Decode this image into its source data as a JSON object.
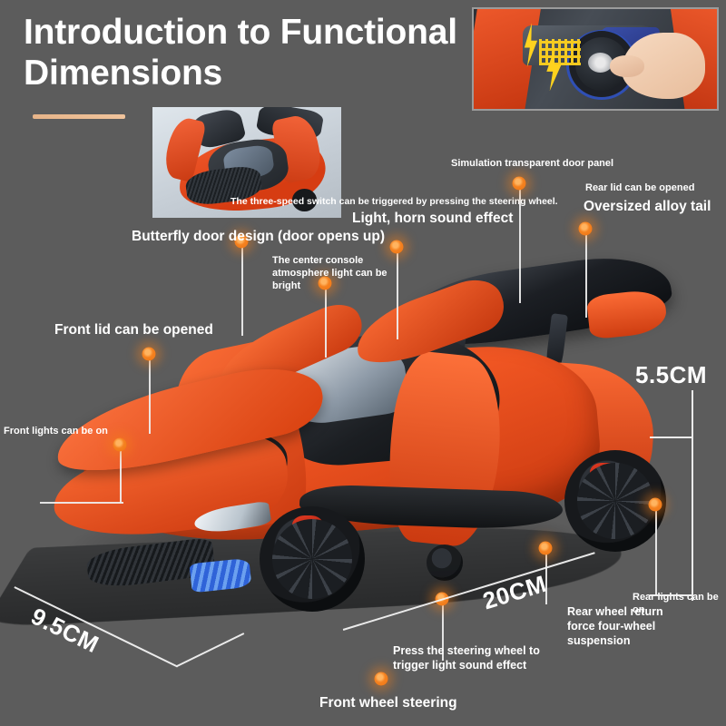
{
  "page": {
    "title": "Introduction to Functional\nDimensions",
    "background_color": "#5c5c5c",
    "accent_color": "#f58220",
    "rule_color": "#e7b489"
  },
  "insets": [
    {
      "name": "three-speed-switch-photo",
      "caption": "The three-speed switch can be triggered by pressing the steering wheel."
    },
    {
      "name": "steering-wheel-sound-photo",
      "caption": ""
    }
  ],
  "callouts": {
    "butterfly_door": "Butterfly door design (door opens up)",
    "light_horn": "Light, horn sound effect",
    "center_console": "The center console\natmosphere light can be\nbright",
    "front_lid": "Front lid can be opened",
    "front_lights": "Front lights can be on",
    "transparent_door": "Simulation transparent door panel",
    "rear_lid": "Rear lid can be opened",
    "alloy_tail": "Oversized alloy tail",
    "rear_wheel": "Rear wheel return\nforce four-wheel\nsuspension",
    "rear_lights": "Rear lights can be on",
    "press_steering": "Press the steering wheel to\ntrigger light sound effect",
    "front_wheel": "Front wheel steering"
  },
  "dimensions": {
    "width": "9.5CM",
    "length": "20CM",
    "height": "5.5CM"
  }
}
